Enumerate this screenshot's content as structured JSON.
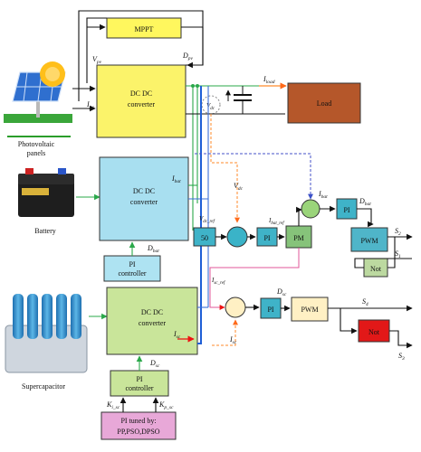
{
  "blocks": {
    "mppt": "MPPT",
    "dcdc_pv_1": "DC DC",
    "dcdc_pv_2": "converter",
    "load": "Load",
    "dcdc_bat_1": "DC DC",
    "dcdc_bat_2": "converter",
    "pi_bat_1": "PI",
    "pi_bat_2": "controller",
    "dcdc_sc_1": "DC DC",
    "dcdc_sc_2": "converter",
    "pi_sc_1": "PI",
    "pi_sc_2": "controller",
    "tuned_1": "PI tuned by:",
    "tuned_2": "PP,PSO,DPSO",
    "fifty": "50",
    "pi_mid": "PI",
    "pm": "PM",
    "pi_top": "PI",
    "pwm_top": "PWM",
    "not_top": "Not",
    "pi_bottom": "PI",
    "pwm_bottom": "PWM",
    "not_bottom": "Not"
  },
  "sources": {
    "pv": "Photovoltaic panels",
    "pv_1": "Photovoltaic",
    "pv_2": "panels",
    "battery": "Battery",
    "supercap": "Supercapacitor"
  },
  "signals": {
    "vpv": "V",
    "vpv_sub": "pv",
    "ipv": "I",
    "ipv_sub": "pv",
    "dpv": "D",
    "dpv_sub": "pv",
    "iload": "I",
    "iload_sub": "load",
    "vdc": "V",
    "vdc_sub": "dc",
    "vdc2": "V",
    "vdc2_sub": "dc",
    "vdcref": "V",
    "vdcref_sub": "dc_ref",
    "ibat": "I",
    "ibat_sub": "bat",
    "dbat": "D",
    "dbat_sub": "bat",
    "ibatref": "I",
    "ibatref_sub": "bat_ref",
    "ibat2": "I",
    "ibat2_sub": "bat",
    "dbat2": "D",
    "dbat2_sub": "bat",
    "iscref": "I",
    "iscref_sub": "sc_ref",
    "dsc": "D",
    "dsc_sub": "sc",
    "isc": "I",
    "isc_sub": "sc",
    "isc2": "I",
    "isc2_sub": "sc",
    "dsc2": "D",
    "dsc2_sub": "sc",
    "kisc": "K",
    "kisc_sub": "i_sc",
    "kpsc": "K",
    "kpsc_sub": "p_sc",
    "s1": "S",
    "s1_sub": "1",
    "s2": "S",
    "s2_sub": "2",
    "s3": "S",
    "s3_sub": "3",
    "s4": "S",
    "s4_sub": "4"
  },
  "colors": {
    "mppt": "#fff75e",
    "dcdc_pv": "#fbf36a",
    "load": "#b5572a",
    "dcdc_bat": "#a8dff0",
    "pi_bat": "#aee3f2",
    "dcdc_sc": "#c9e59a",
    "pi_sc": "#c9e59a",
    "tuned": "#e8a8d8",
    "small_teal": "#3fb3c8",
    "pm": "#86c37a",
    "pwm": "#4fb5c9",
    "not_top": "#bcd9a0",
    "pwm_bottom": "#fff0c4",
    "not_bottom": "#e21818",
    "sum_mid": "#3ab3c8",
    "sum_top": "#9ad47a",
    "sum_bottom": "#fff0c4"
  }
}
